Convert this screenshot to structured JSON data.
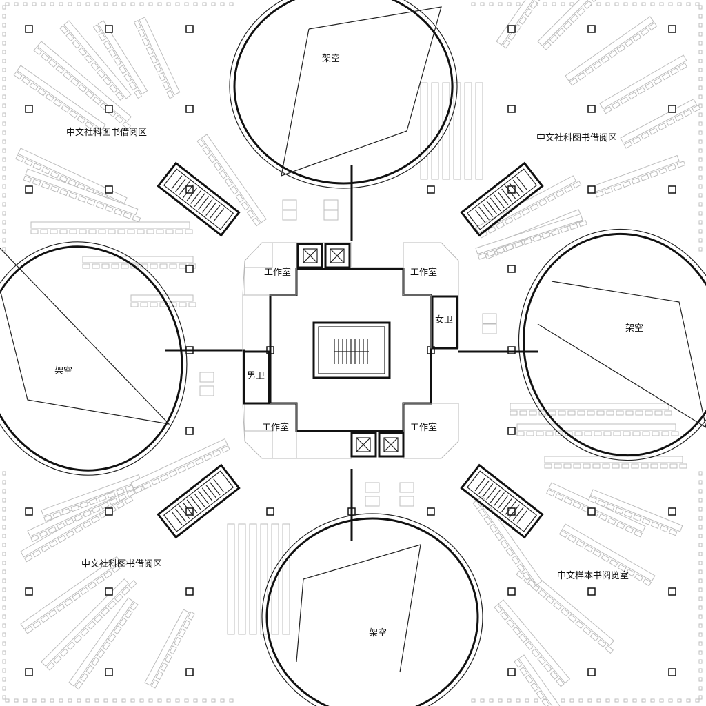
{
  "labels": {
    "void_top": "架空",
    "void_left": "架空",
    "void_right": "架空",
    "void_bottom": "架空",
    "zone_top_left": "中文社科图书借阅区",
    "zone_top_right": "中文社科图书借阅区",
    "zone_bottom_left": "中文社科图书借阅区",
    "zone_bottom_right": "中文样本书阅览室",
    "studio_top_left": "工作室",
    "studio_top_right": "工作室",
    "studio_bottom_left": "工作室",
    "studio_bottom_right": "工作室",
    "womens_restroom": "女卫",
    "mens_restroom": "男卫"
  },
  "colors": {
    "wall": "#111111",
    "furniture": "#bdbdbd",
    "background": "#ffffff"
  }
}
